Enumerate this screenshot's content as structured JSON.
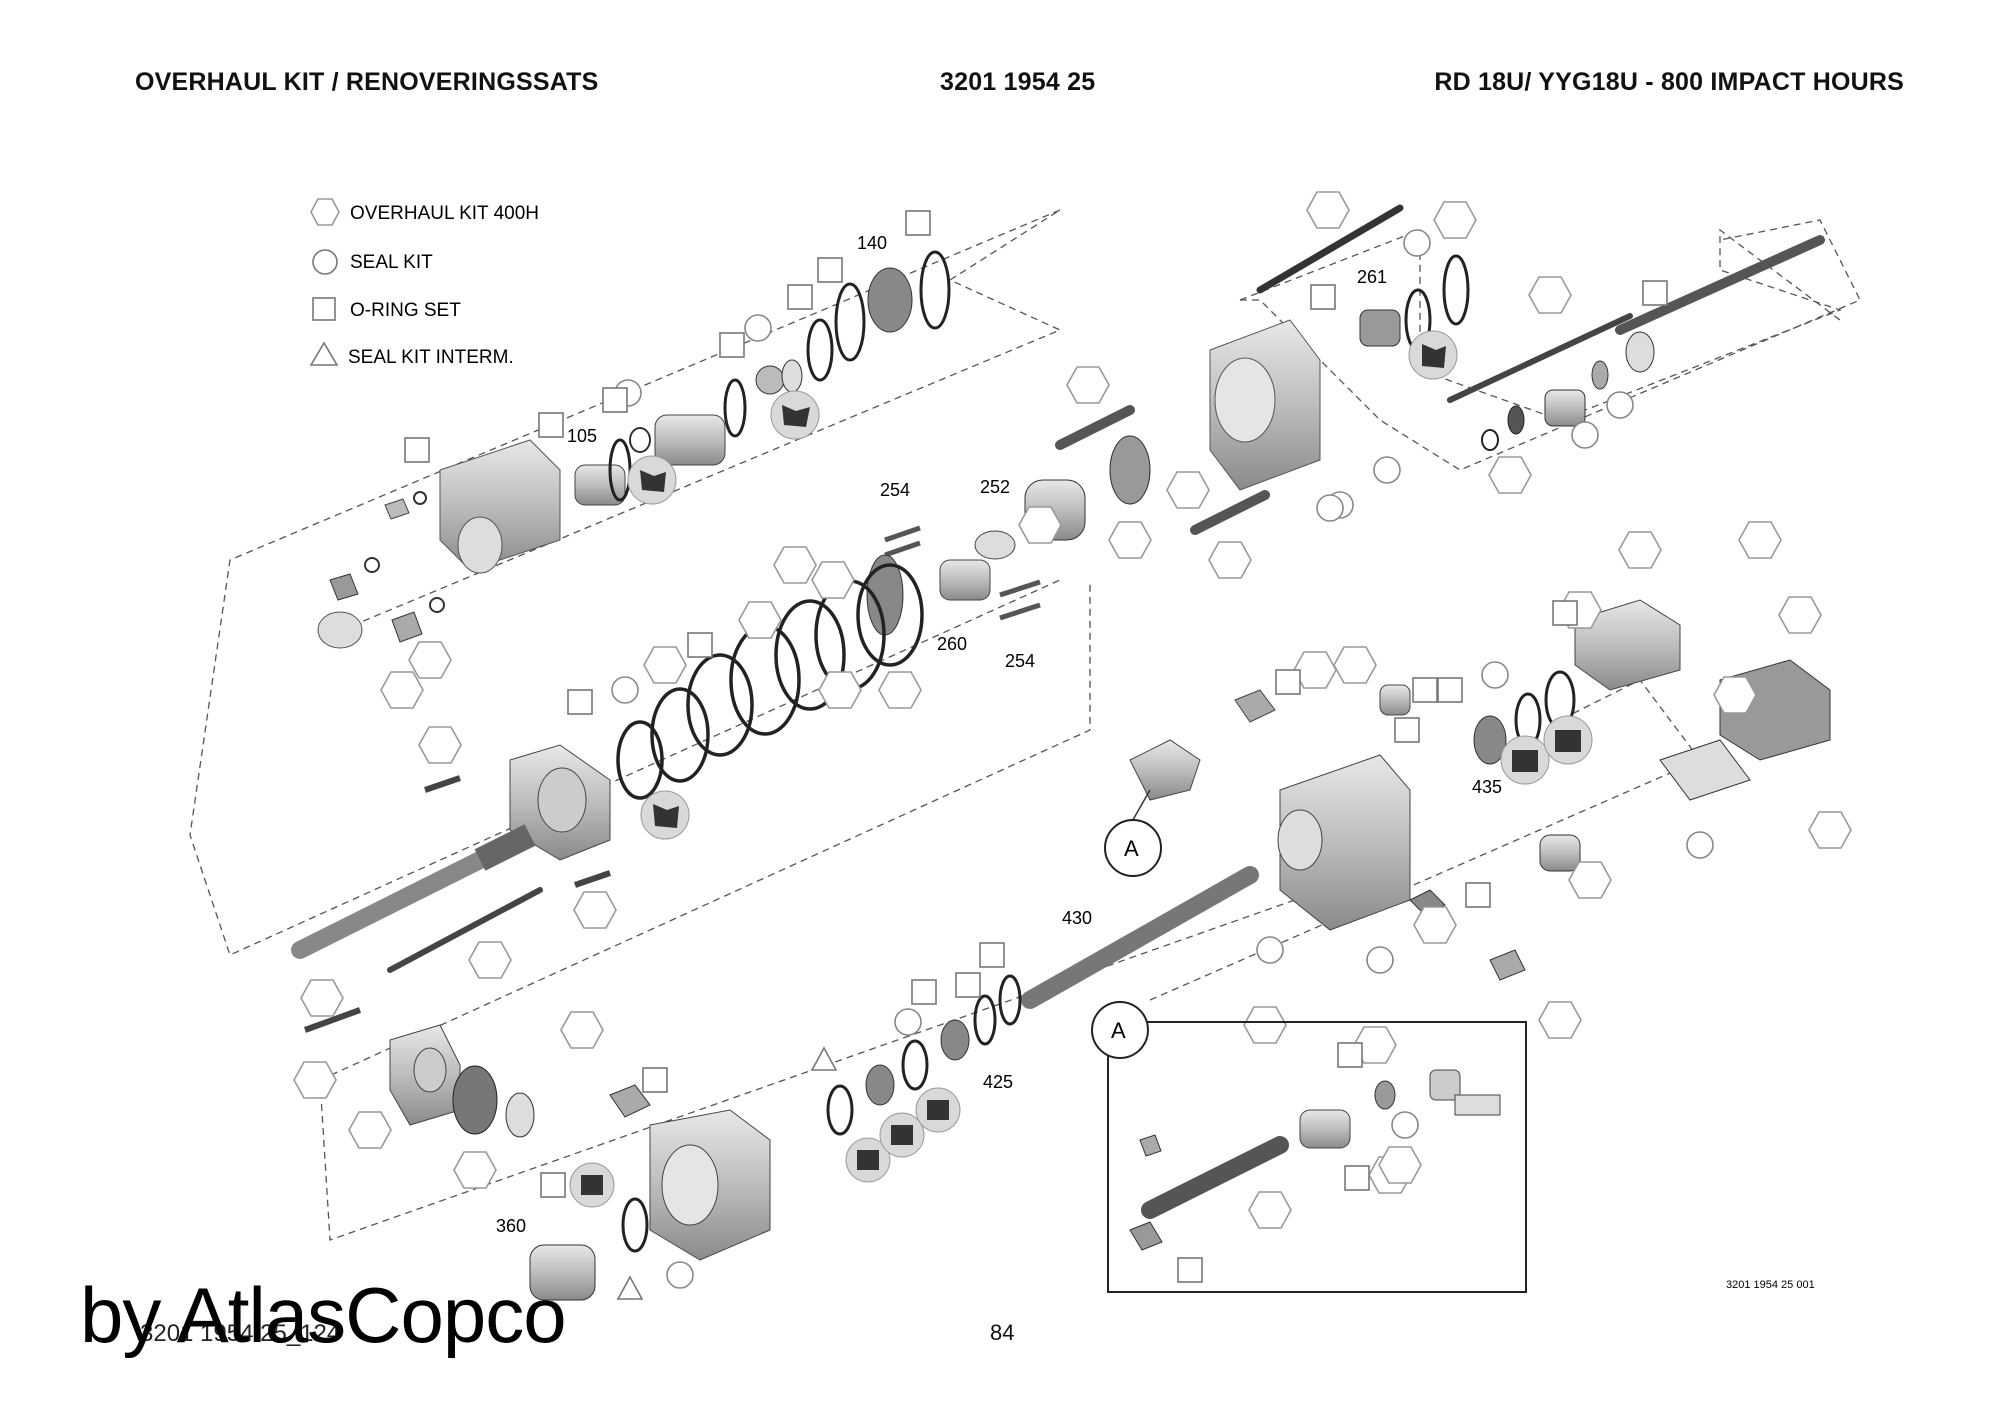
{
  "header": {
    "left": "OVERHAUL KIT / RENOVERINGSSATS",
    "center": "3201 1954 25",
    "right": "RD 18U/ YYG18U - 800 IMPACT HOURS"
  },
  "legend": [
    {
      "symbol": "hexagon-icon",
      "label": "OVERHAUL KIT 400H"
    },
    {
      "symbol": "circle-icon",
      "label": "SEAL KIT"
    },
    {
      "symbol": "square-icon",
      "label": "O-RING SET"
    },
    {
      "symbol": "triangle-icon",
      "label": "SEAL KIT INTERM."
    }
  ],
  "part_numbers": {
    "p140": "140",
    "p105": "105",
    "p254a": "254",
    "p252": "252",
    "p260": "260",
    "p254b": "254",
    "p261": "261",
    "p430": "430",
    "p435": "435",
    "p425": "425",
    "p360": "360"
  },
  "detail_labels": {
    "callout": "A",
    "detail": "A"
  },
  "drawing_code": "3201 1954 25 001",
  "footer": {
    "code": "3201 1954 25_124",
    "page": "84"
  },
  "watermark": "by AtlasCopco"
}
